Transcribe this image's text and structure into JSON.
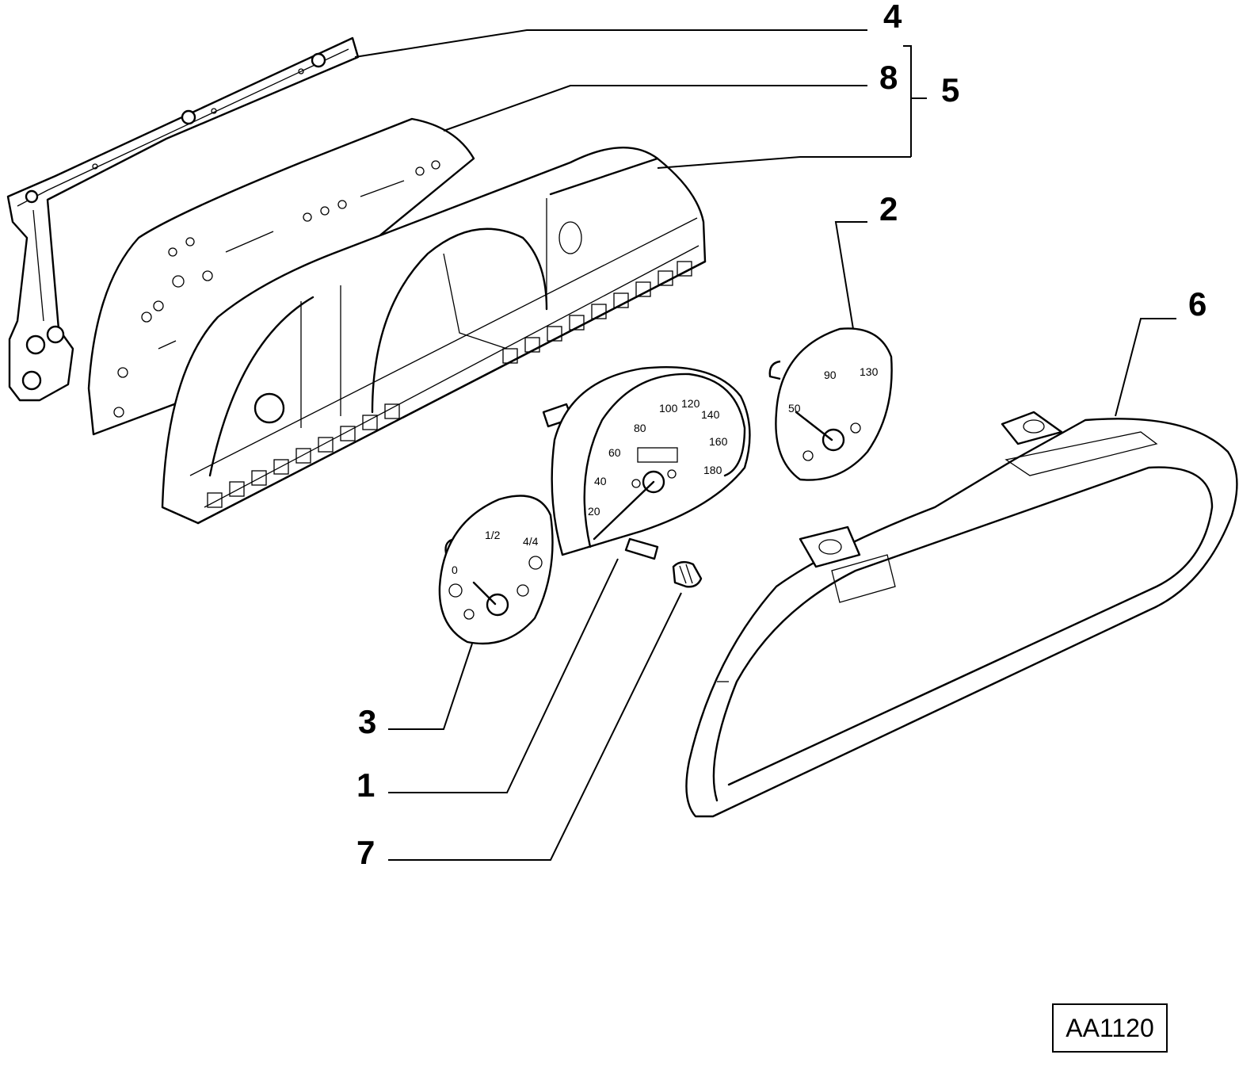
{
  "callouts": {
    "c1": "1",
    "c2": "2",
    "c3": "3",
    "c4": "4",
    "c5": "5",
    "c6": "6",
    "c7": "7",
    "c8": "8"
  },
  "speedometer": {
    "ticks": [
      "20",
      "40",
      "60",
      "80",
      "100",
      "120",
      "140",
      "160",
      "180"
    ]
  },
  "temperature_gauge": {
    "ticks": [
      "50",
      "90",
      "130"
    ]
  },
  "fuel_gauge": {
    "ticks": [
      "0",
      "1/2",
      "4/4"
    ]
  },
  "reference_code": "AA1120"
}
